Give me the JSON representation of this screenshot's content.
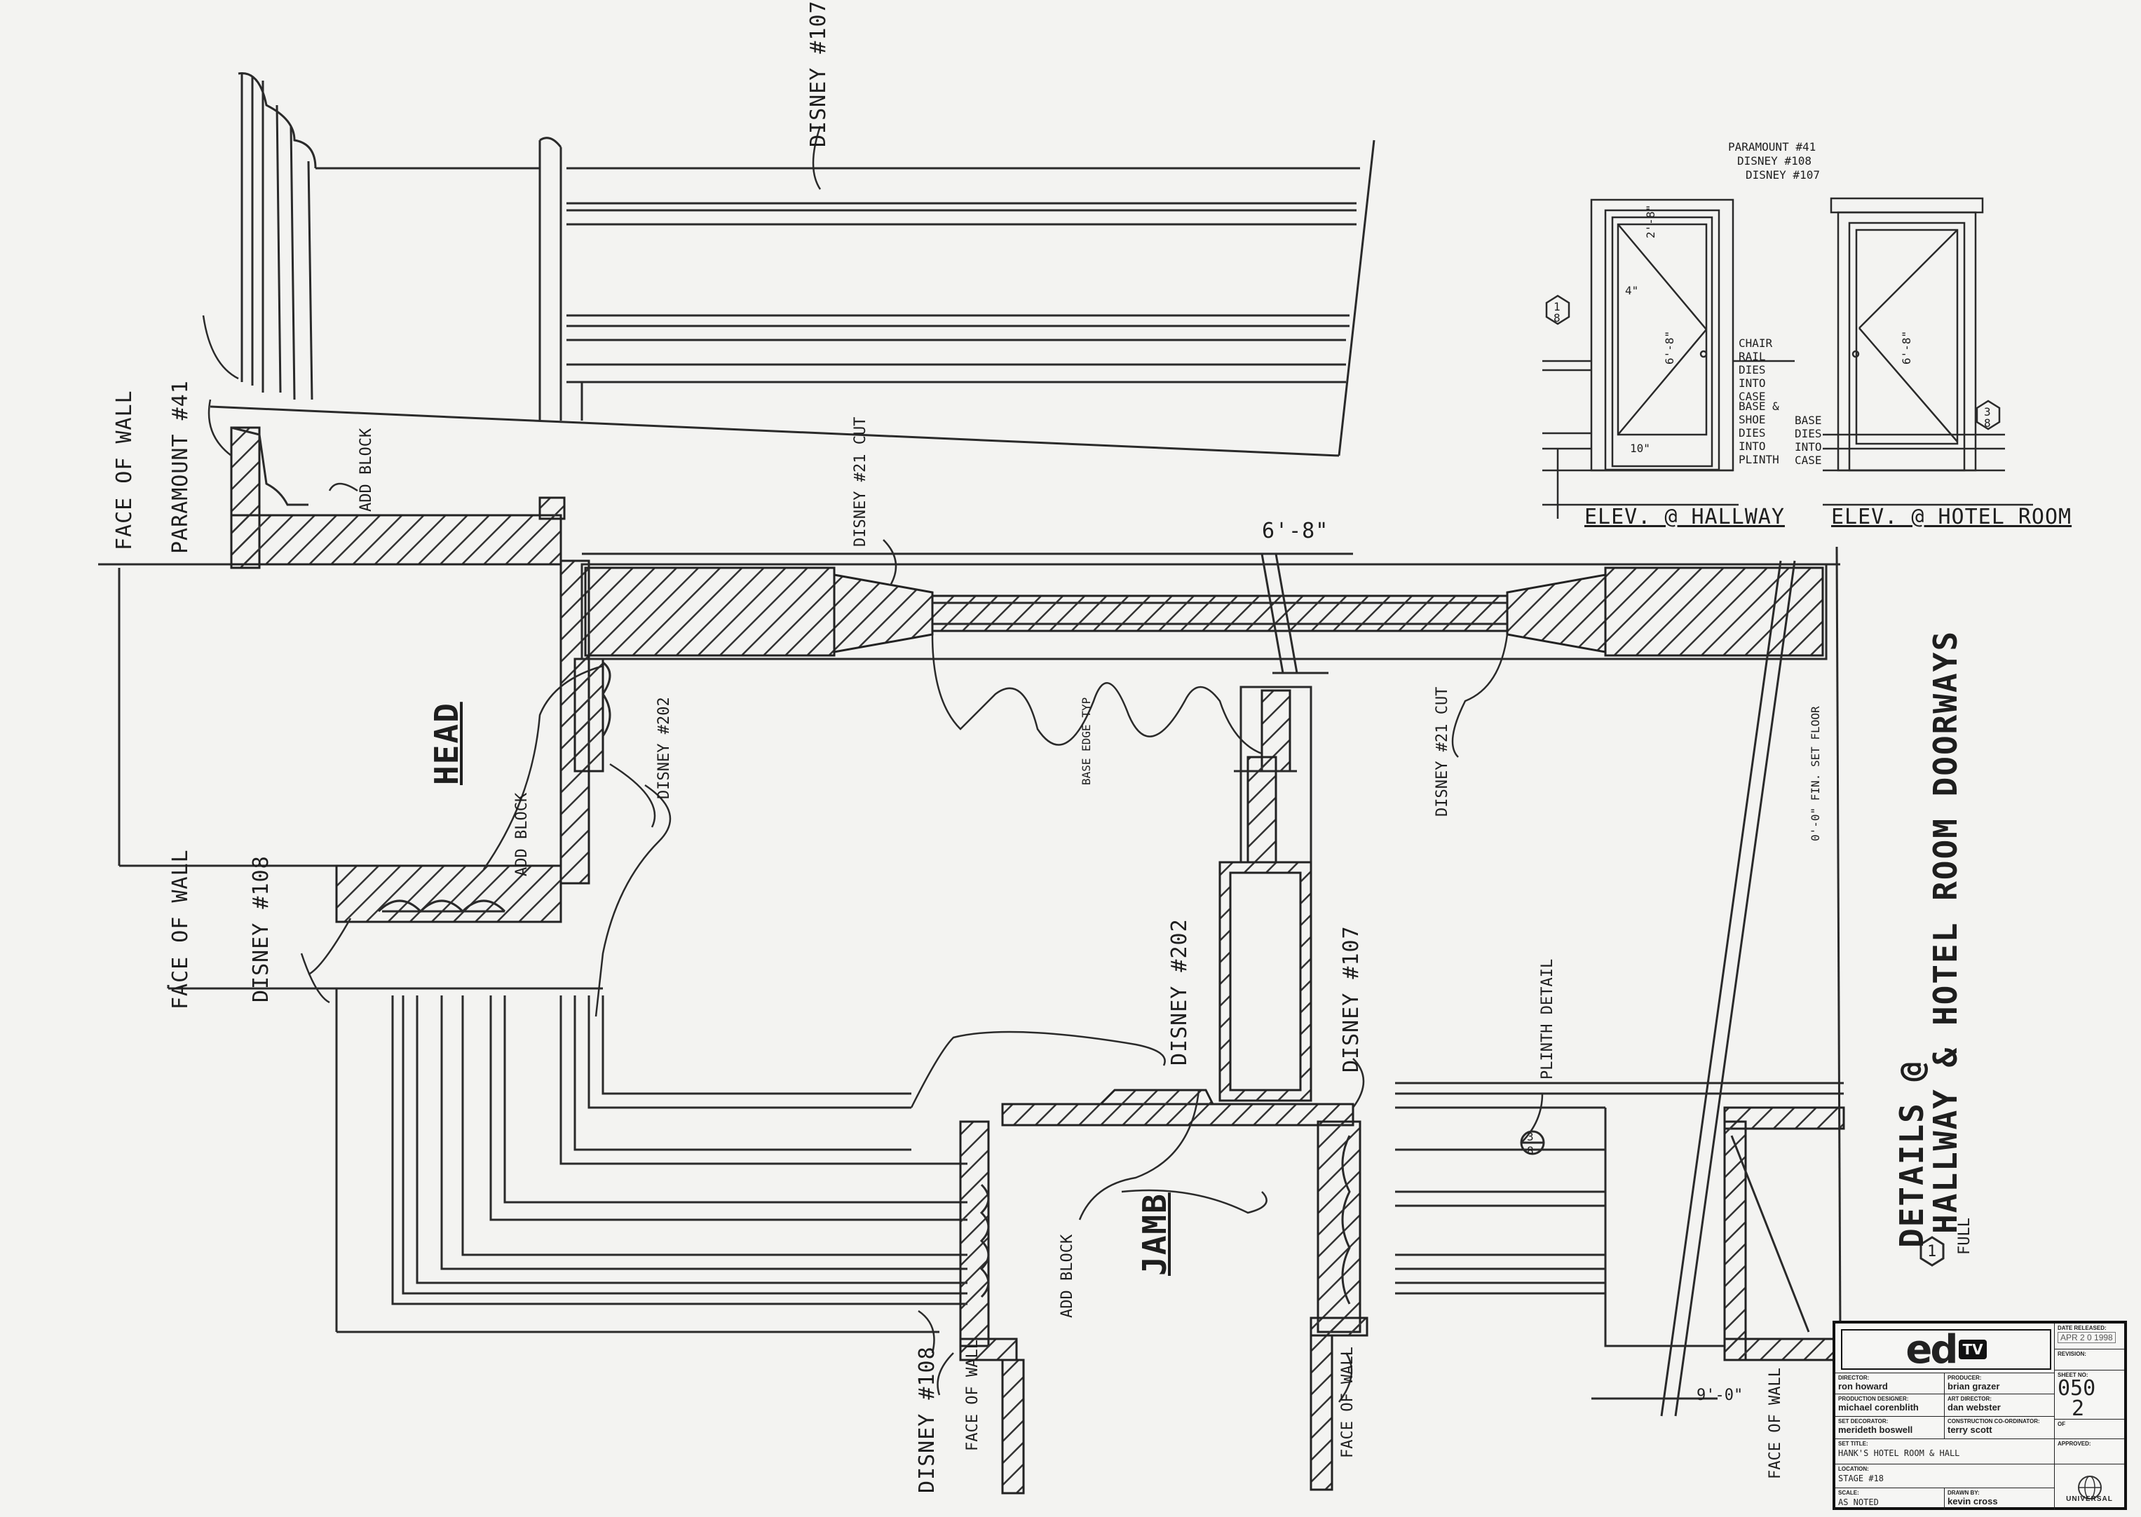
{
  "title_note": {
    "line1": "DETAILS @",
    "line2": "HALLWAY & HOTEL ROOM DOORWAYS",
    "scale_note": "FULL",
    "detail_no": "1"
  },
  "labels": {
    "head": "HEAD",
    "jamb": "JAMB",
    "disney_107_top": "DISNEY #107",
    "paramount_41": "PARAMOUNT #41",
    "add_block_top": "ADD BLOCK",
    "face_of_wall_top": "FACE OF WALL",
    "disney_21_cut_left": "DISNEY #21 CUT",
    "dim_6_8": "6'-8\"",
    "add_block_head": "ADD BLOCK",
    "disney_202_head": "DISNEY #202",
    "base_edge": "BASE EDGE TYP",
    "disney_21_cut_right": "DISNEY #21 CUT",
    "finished_floor": "0'-0\" FIN. SET FLOOR",
    "face_of_wall_left": "FACE OF WALL",
    "disney_108_left": "DISNEY #108",
    "disney_202_jamb": "DISNEY #202",
    "disney_107_jamb": "DISNEY #107",
    "plinth_detail": "PLINTH DETAIL",
    "detail_ref": "3\n8",
    "add_block_jamb": "ADD BLOCK",
    "disney_108_bottom": "DISNEY #108",
    "face_of_wall_bottom_left": "FACE OF WALL",
    "face_of_wall_bottom_right": "FACE OF WALL",
    "dim_9_0": "9'-0\"",
    "face_of_wall_far": "FACE OF WALL"
  },
  "elevations": {
    "hallway_title": "ELEV. @ HALLWAY",
    "hotel_title": "ELEV. @ HOTEL ROOM",
    "notes_top": [
      "PARAMOUNT #41",
      "DISNEY #108",
      "DISNEY #107"
    ],
    "chair_rail": "CHAIR RAIL DIES INTO CASE",
    "base_note": "BASE & SHOE DIES INTO PLINTH",
    "base_note_2": "BASE DIES INTO CASE",
    "dim_2_8": "2'-8\"",
    "dim_4": "4\"",
    "dim_6_8a": "6'-8\"",
    "dim_6_8b": "6'-8\"",
    "dim_10": "10\"",
    "ref_left": "1\n8",
    "ref_right": "3\n8"
  },
  "title_block": {
    "logo_main": "ed",
    "logo_sub": "TV",
    "date_released_cap": "DATE RELEASED:",
    "date_released": "APR 2 0 1998",
    "revision_cap": "REVISION:",
    "sheet_no_cap": "SHEET NO:",
    "sheet_no": "050",
    "sheet_of_number": "2",
    "of_cap": "OF",
    "approved_cap": "APPROVED:",
    "director_cap": "DIRECTOR:",
    "director": "ron howard",
    "producer_cap": "PRODUCER:",
    "producer": "brian grazer",
    "prod_designer_cap": "PRODUCTION DESIGNER:",
    "prod_designer": "michael corenblith",
    "art_director_cap": "ART DIRECTOR:",
    "art_director": "dan webster",
    "set_decorator_cap": "SET DECORATOR:",
    "set_decorator": "merideth boswell",
    "construction_cap": "CONSTRUCTION CO-ORDINATOR:",
    "construction": "terry scott",
    "set_title_cap": "SET TITLE:",
    "set_title": "HANK'S HOTEL ROOM & HALL",
    "location_cap": "LOCATION:",
    "location": "STAGE #18",
    "scale_cap": "SCALE:",
    "scale": "AS NOTED",
    "drawn_by_cap": "DRAWN BY:",
    "drawn_by": "kevin cross",
    "studio": "UNIVERSAL"
  }
}
